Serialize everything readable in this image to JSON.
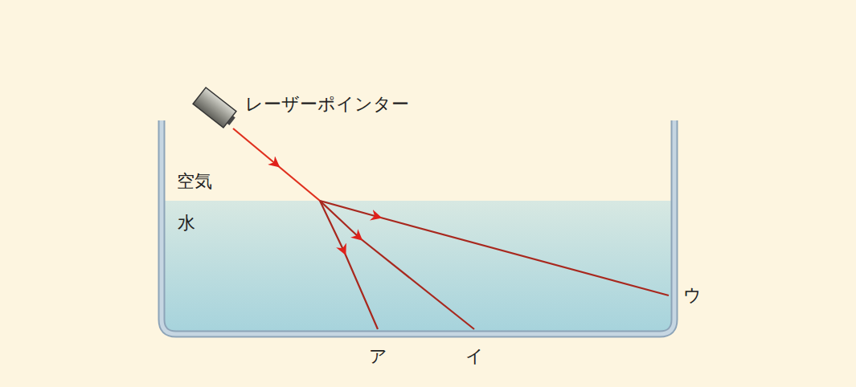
{
  "diagram": {
    "labels": [
      "レーザーポインター",
      "空気",
      "水",
      "ア",
      "イ",
      "ウ"
    ]
  }
}
